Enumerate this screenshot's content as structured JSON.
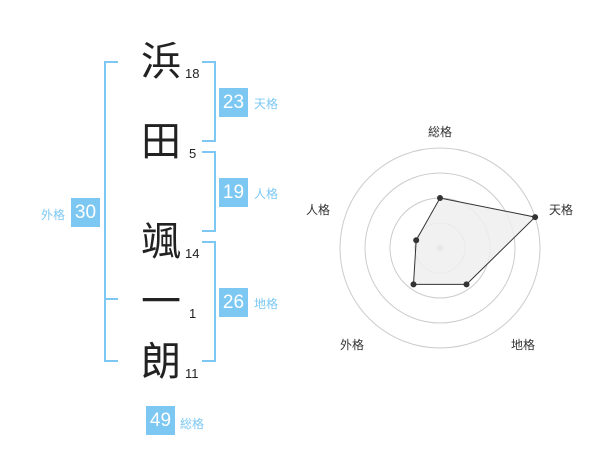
{
  "name": {
    "characters": [
      {
        "char": "浜",
        "strokes": "18"
      },
      {
        "char": "田",
        "strokes": "5"
      },
      {
        "char": "颯",
        "strokes": "14"
      },
      {
        "char": "一",
        "strokes": "1"
      },
      {
        "char": "朗",
        "strokes": "11"
      }
    ]
  },
  "kakusu": {
    "tenkaku": {
      "value": "23",
      "label": "天格"
    },
    "jinkaku": {
      "value": "19",
      "label": "人格"
    },
    "chikaku": {
      "value": "26",
      "label": "地格"
    },
    "gaikaku": {
      "value": "30",
      "label": "外格"
    },
    "soukaku": {
      "value": "49",
      "label": "総格"
    }
  },
  "radar": {
    "axes": [
      "総格",
      "天格",
      "地格",
      "外格",
      "人格"
    ],
    "levels": 4,
    "values": [
      2.0,
      4.0,
      1.8,
      1.8,
      1.0
    ],
    "max": 4,
    "fill_color": "#eeeeee",
    "line_color": "#333333",
    "grid_color": "#cccccc"
  },
  "colors": {
    "accent": "#7cc8f2",
    "text": "#222222"
  }
}
